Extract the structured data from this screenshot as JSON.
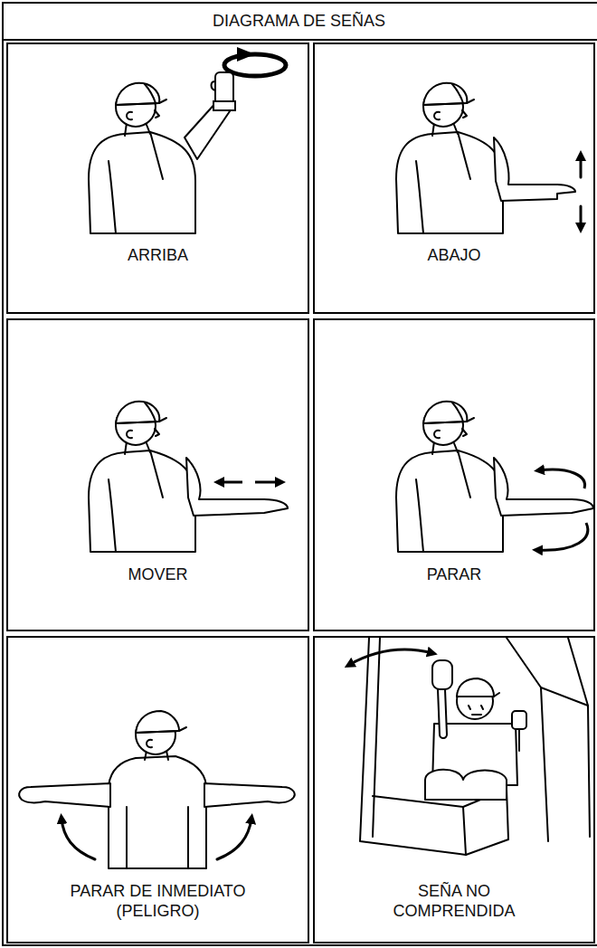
{
  "diagram": {
    "title": "DIAGRAMA DE SEÑAS",
    "nodes": [
      {
        "text": [
          "ARRIBA"
        ]
      },
      {
        "text": [
          "ABAJO"
        ]
      },
      {
        "text": [
          "MOVER"
        ]
      },
      {
        "text": [
          "PARAR"
        ]
      },
      {
        "text": [
          "PARAR DE INMEDIATO (PELIGRO)"
        ]
      },
      {
        "text": [
          "SEÑA NO COMPRENDIDA"
        ]
      }
    ]
  }
}
